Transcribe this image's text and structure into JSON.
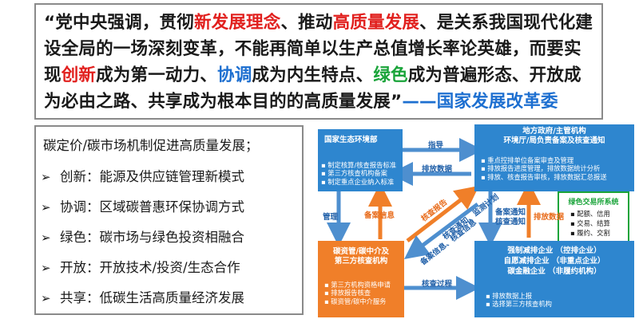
{
  "quote": {
    "open_quote": "“",
    "p1": "党中央强调，贯彻",
    "h1": "新发展理念",
    "p2": "、推动",
    "h2": "高质量发展",
    "p3": "、是关系我国现代化建设全局的一场深刻变革，不能再简单以生产总值增长率论英雄，而要实现",
    "h3": "创新",
    "p4": "成为第一动力、",
    "h4": "协调",
    "p5": "成为内生特点、",
    "h5": "绿色",
    "p6": "成为普遍形态、开放成为必由之路、共享成为根本目的的高质量发展”",
    "source": "——国家发展改革委"
  },
  "left_panel": {
    "title": "碳定价/碳市场机制促进高质量发展；",
    "bullets": [
      {
        "key": "创新",
        "text": "创新：能源及供应链管理新模式"
      },
      {
        "key": "协调",
        "text": "协调：区域碳普惠环保协调方式"
      },
      {
        "key": "绿色",
        "text": "绿色：碳市场与绿色投资相融合"
      },
      {
        "key": "开放",
        "text": "开放：开放技术/投资/生态合作"
      },
      {
        "key": "共享",
        "text": "共享：低碳生活高质量经济发展"
      }
    ],
    "bullet_symbol": "➢"
  },
  "diagram": {
    "colors": {
      "blue": "#2e86cf",
      "orange": "#f07f29",
      "arrow_blue": "#4e8fcf",
      "arrow_orange": "#f07f29"
    },
    "ministry": {
      "title": "国家生态环境部",
      "items": [
        "制定核算/核查报告标准",
        "第三方核查机构备案",
        "制定重点企业纳入标准"
      ]
    },
    "local_gov": {
      "title1": "地方政府/主管机构",
      "title2": "环境厅/局负责备案及核查通知",
      "items": [
        "重点控排单位备案审查及管理",
        "排放报告进度管理，排放数据统计分析",
        "排放、核查报告审核，排放数据汇总报送"
      ]
    },
    "exchange": {
      "title": "绿色交易所系统",
      "items": [
        "配额、信用",
        "交易、结算",
        "履约、交割"
      ]
    },
    "verifier": {
      "title1": "碳资管/碳中介及",
      "title2": "第三方核查机构",
      "items": [
        "第三方机构资格申请",
        "排放报告核查",
        "碳资管/碳中介服务"
      ]
    },
    "enterprises": {
      "t1": "强制减排企业 （控排企业）",
      "t2": "自愿减排企业 （非重点企业）",
      "t3": "碳金融企业 （非履约机构）",
      "items": [
        "排放数据上报",
        "选择第三方核查机构"
      ]
    },
    "labels": {
      "guide": "指导",
      "emission_data_top": "排放数据",
      "management": "管理",
      "filing_info": "备案信息",
      "verify_report": "核查报告",
      "notify_monitor": "核查通知、监测计划",
      "filing_verify_info": "备案信息、核查信息",
      "filing_notice": "备案通知",
      "verify_notice": "核查通知",
      "emission_data_mid": "排放数据",
      "verify_process": "核查过程"
    }
  }
}
